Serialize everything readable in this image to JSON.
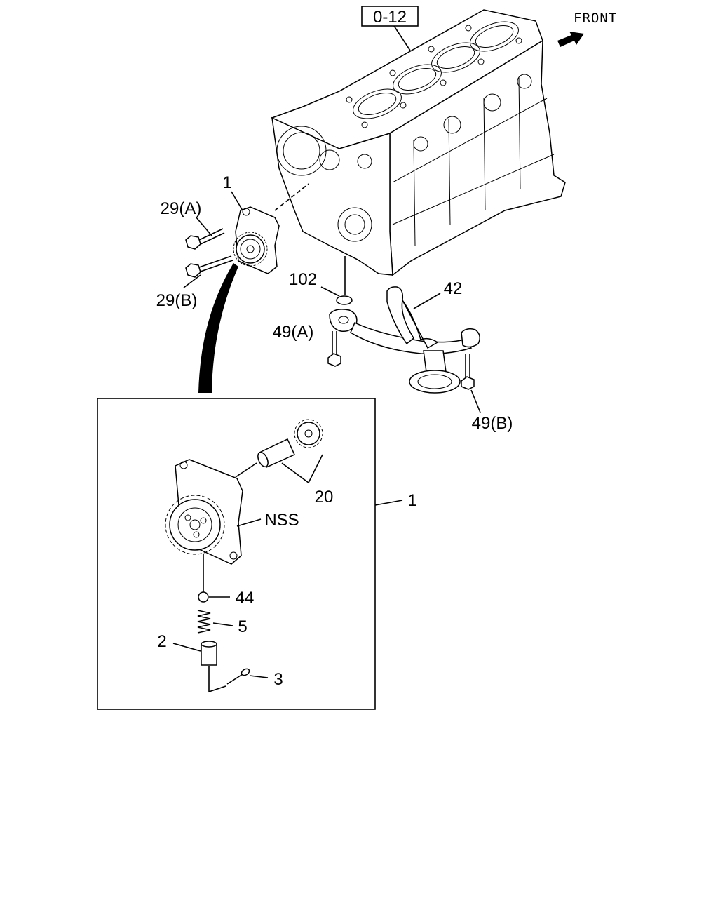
{
  "ref_box": "0-12",
  "front_label": "FRONT",
  "callouts": {
    "c1_top": "1",
    "c29a": "29(A)",
    "c29b": "29(B)",
    "c102": "102",
    "c42": "42",
    "c49a": "49(A)",
    "c49b": "49(B)",
    "c20": "20",
    "c1_detail": "1",
    "nss": "NSS",
    "c44": "44",
    "c5": "5",
    "c2": "2",
    "c3": "3"
  }
}
